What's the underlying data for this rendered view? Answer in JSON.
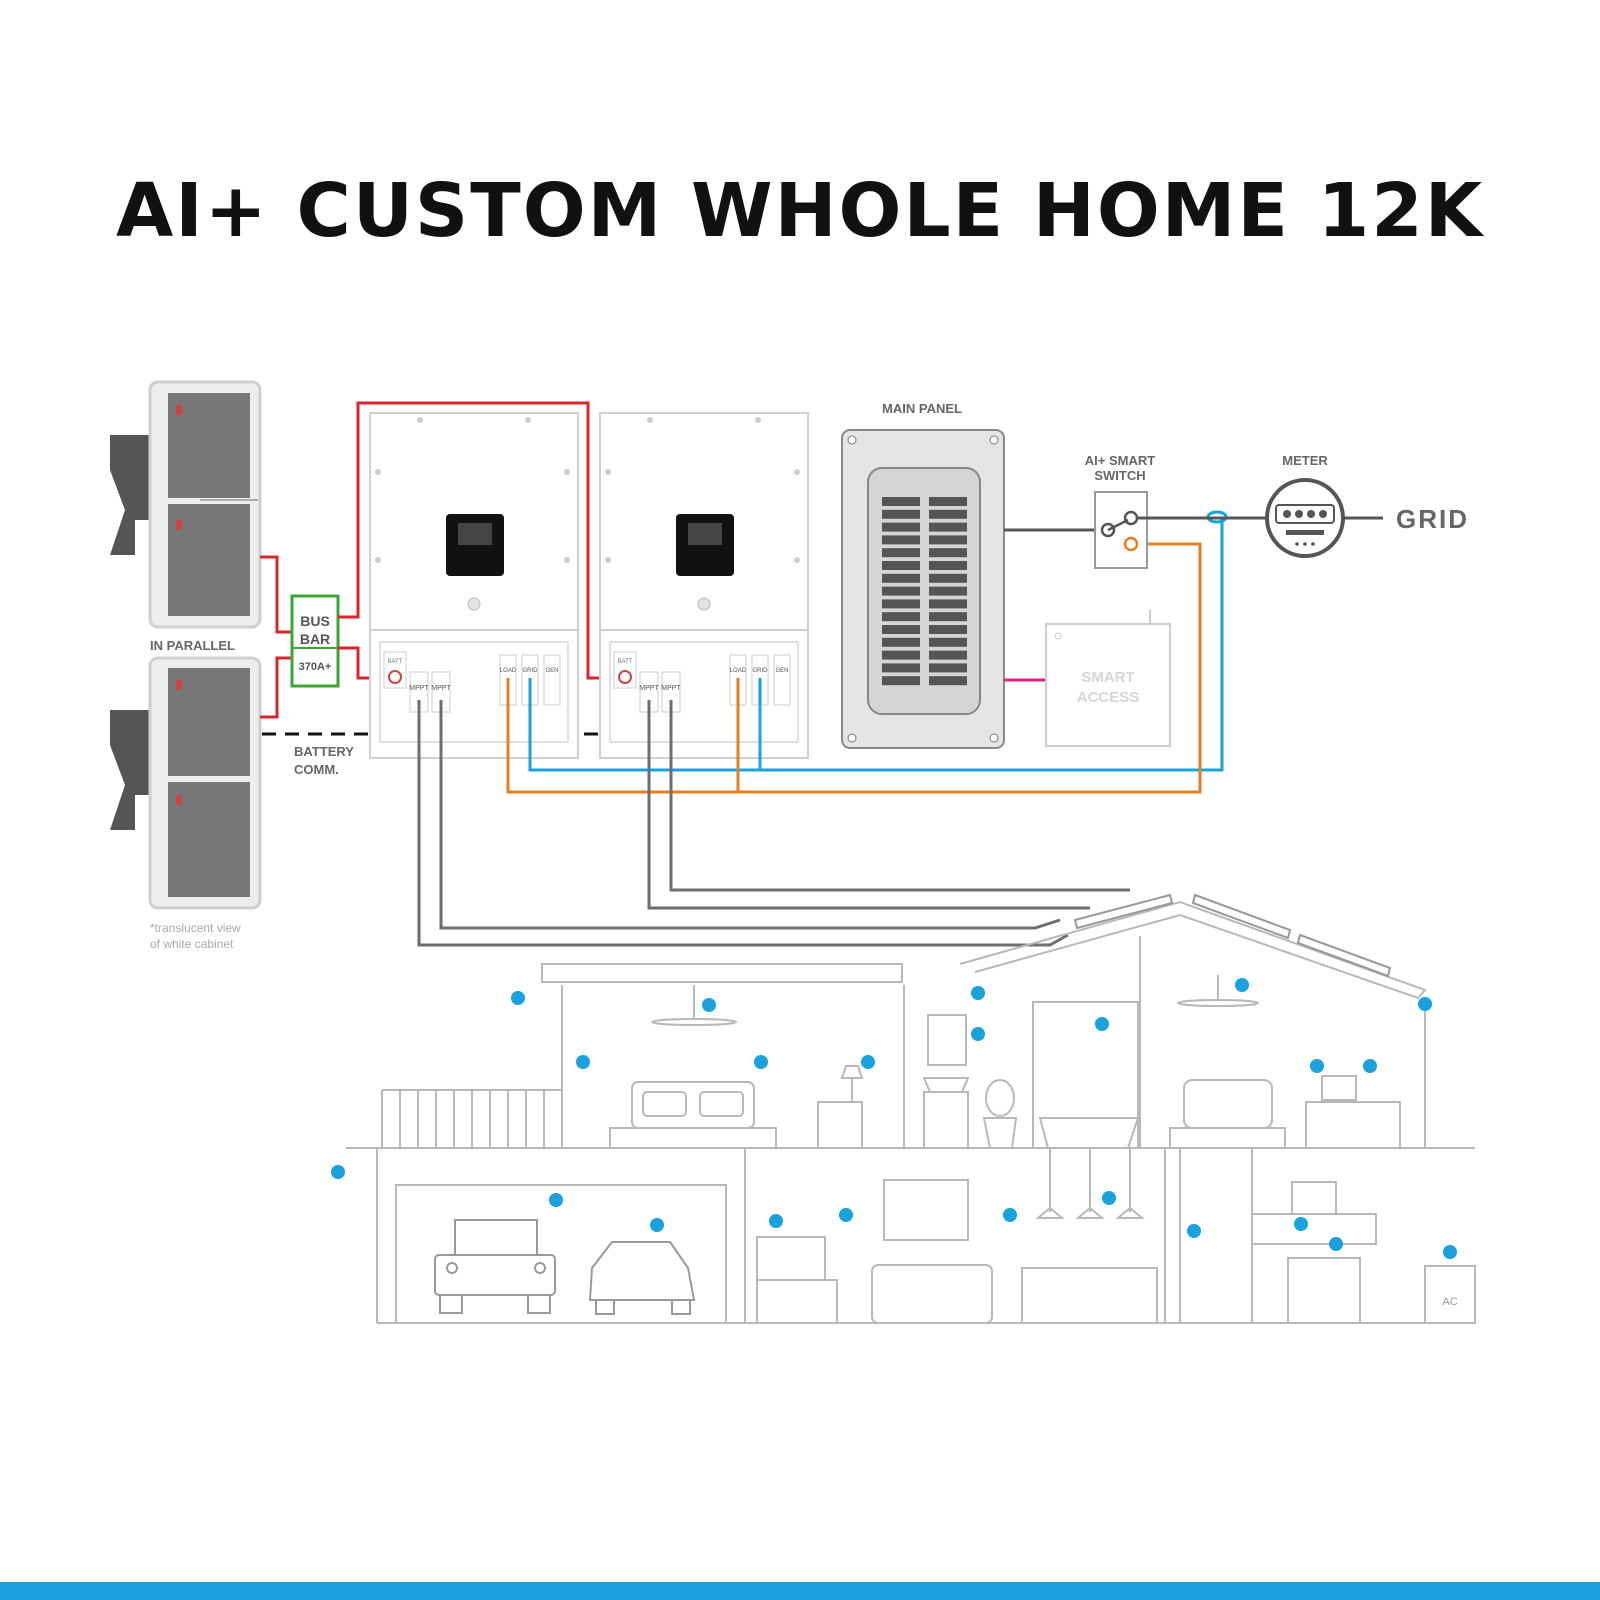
{
  "title": "AI+ CUSTOM WHOLE HOME 12K",
  "labels": {
    "in_parallel": "IN PARALLEL",
    "bus": "BUS",
    "bar": "BAR",
    "bus_rating": "370A+",
    "battery_comm_1": "BATTERY",
    "battery_comm_2": "COMM.",
    "translucent_1": "*translucent view",
    "translucent_2": "of white cabinet",
    "main_panel": "MAIN PANEL",
    "smart_switch_1": "AI+ SMART",
    "smart_switch_2": "SWITCH",
    "meter": "METER",
    "grid": "GRID",
    "smart_access_1": "SMART",
    "smart_access_2": "ACCESS",
    "batt": "BATT",
    "mppt": "MPPT",
    "load": "LOAD",
    "grid_port": "GRID",
    "gen": "GEN",
    "ac": "AC"
  },
  "colors": {
    "battery_dc": "#d7262e",
    "bus_bar": "#3aa635",
    "grid_line": "#1ba1dc",
    "load_line": "#e67e22",
    "pv_line": "#6d6e71",
    "comm_link": "#e0218a",
    "load_dot": "#1ba1dc",
    "outline": "#b8b8b8"
  }
}
